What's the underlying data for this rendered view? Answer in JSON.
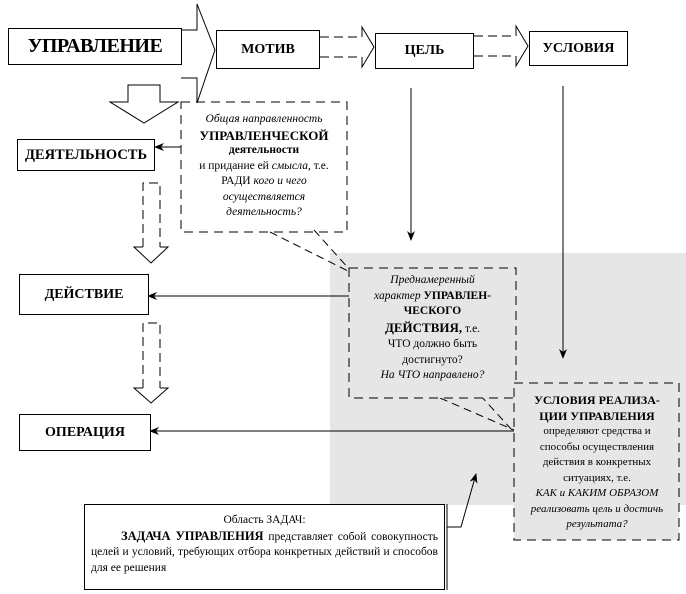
{
  "diagram": {
    "top_row": {
      "main": "УПРАВЛЕНИЕ",
      "motive": "МОТИВ",
      "goal": "ЦЕЛЬ",
      "conditions": "УСЛОВИЯ"
    },
    "left_column": {
      "activity": "ДЕЯТЕЛЬНОСТЬ",
      "action": "ДЕЙСТВИЕ",
      "operation": "ОПЕРАЦИЯ"
    },
    "callout_motive": {
      "line1": "Общая направленность",
      "line2": "УПРАВЛЕНЧЕСКОЙ",
      "line3": "деятельности",
      "line4a": "и придание ей ",
      "line4b": "смысла",
      "line4c": ", т.е.",
      "line5a": "РАДИ ",
      "line5b": "кого и чего",
      "line6": "осуществляется",
      "line7": "деятельность?"
    },
    "callout_goal": {
      "line1": "Преднамеренный",
      "line2a": "характер ",
      "line2b": "УПРАВЛЕН-",
      "line3": "ЧЕСКОГО",
      "line4a": "ДЕЙСТВИЯ,",
      "line4b": " т.е.",
      "line5": "ЧТО должно быть",
      "line6": "достигнуто?",
      "line7": "На ЧТО направлено?"
    },
    "callout_conditions": {
      "line1": "УСЛОВИЯ  РЕАЛИЗА-",
      "line2": "ЦИИ УПРАВЛЕНИЯ",
      "line3": "определяют  средства и",
      "line4": "способы осуществления",
      "line5": "действия в  конкретных",
      "line6": "ситуациях,  т.е.",
      "line7": "КАК  и КАКИМ ОБРАЗОМ",
      "line8": "реализовать цель и достичь",
      "line9": "результата?"
    },
    "task_box": {
      "title": "Область ЗАДАЧ:",
      "term": "ЗАДАЧА УПРАВЛЕНИЯ",
      "definition": " представляет собой совокупность целей и условий, требующих  отбора конкретных действий и способов для ее решения"
    },
    "colors": {
      "shaded_region": "#e6e6e6",
      "line": "#000000",
      "box_fill": "#ffffff"
    }
  }
}
